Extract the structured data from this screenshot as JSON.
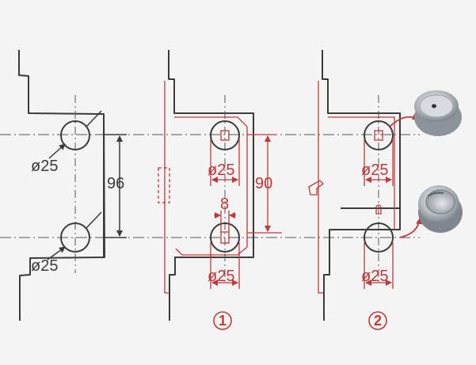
{
  "figure": {
    "colors": {
      "background": "#f4f4f4",
      "sketch_line": "#3b3b3b",
      "red_line": "#c0383a",
      "fitting_metal": "#b9bec4"
    },
    "panel_left": {
      "hole_top_label": "ø25",
      "hole_bottom_label": "ø25",
      "spacing_label": "96"
    },
    "panel_1": {
      "hole_top_label": "ø25",
      "offset_label": "8",
      "spacing_label": "90",
      "hole_bottom_label": "ø25",
      "step_label": "1"
    },
    "panel_2": {
      "hole_top_label": "ø25",
      "hole_bottom_label": "ø25",
      "step_label": "2"
    }
  }
}
